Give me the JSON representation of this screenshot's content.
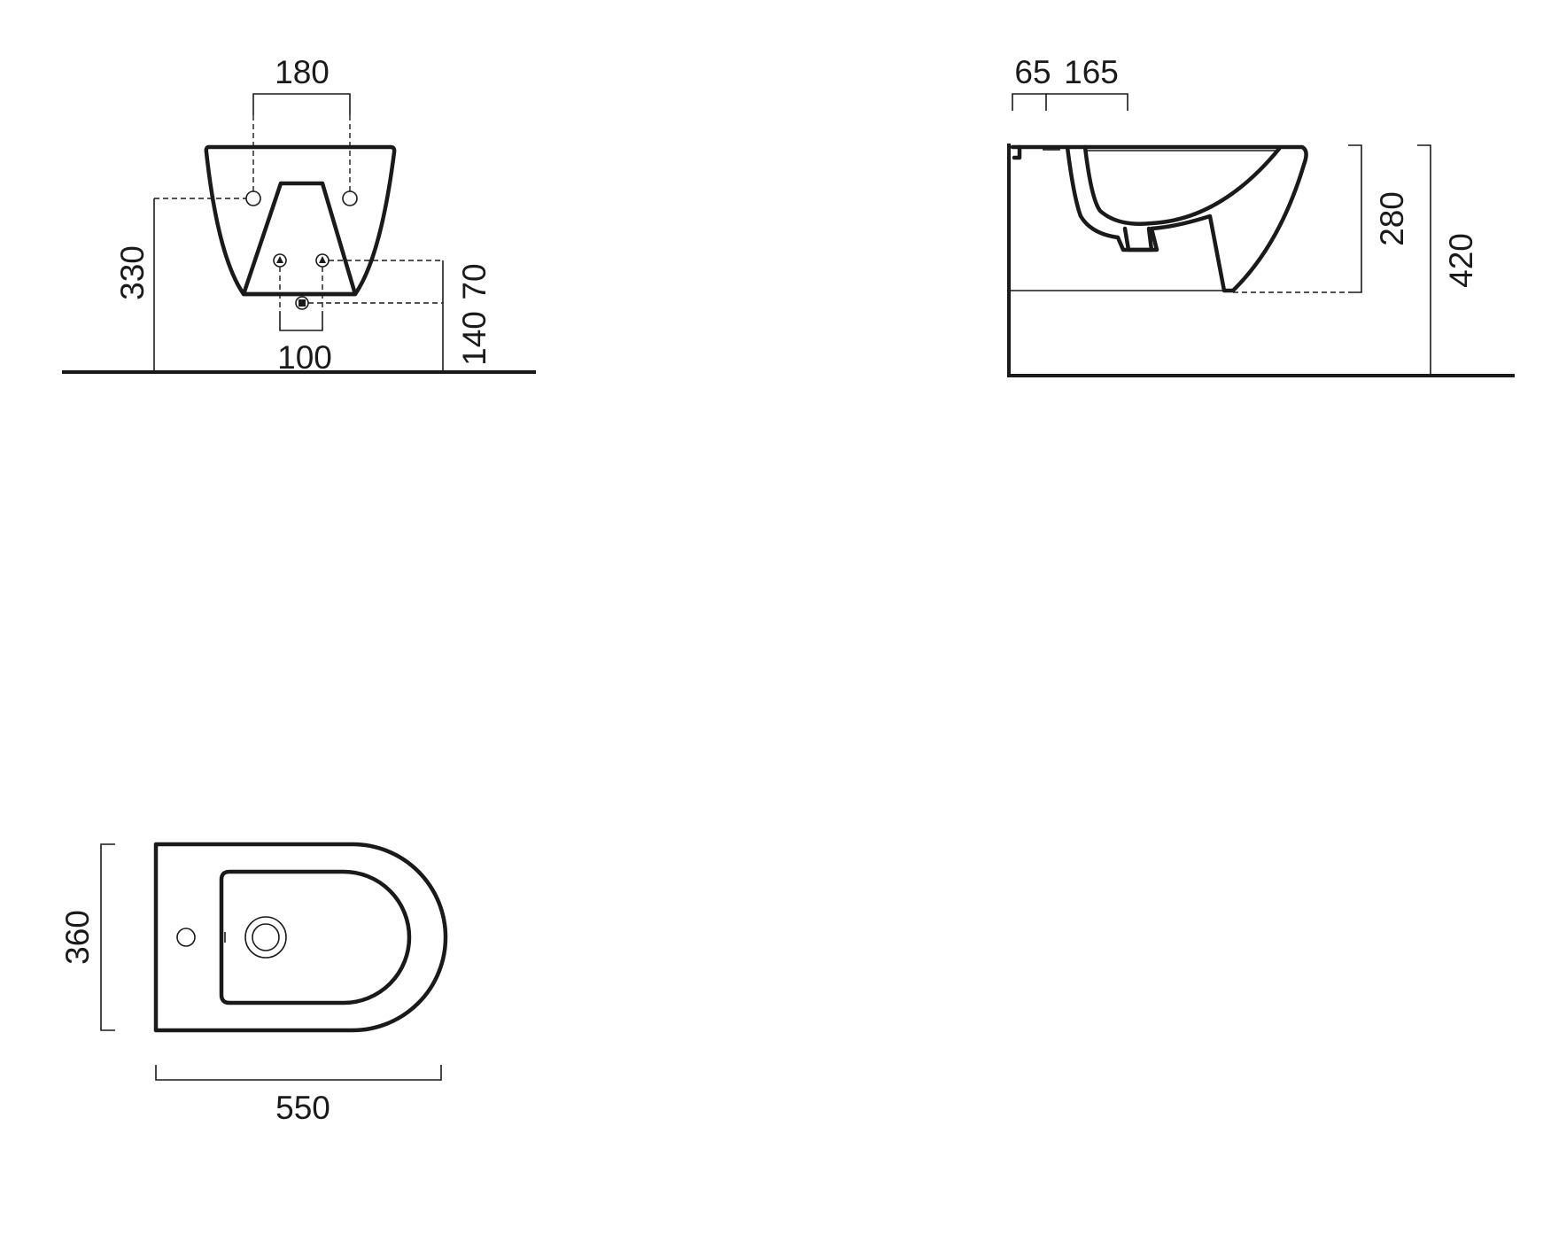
{
  "front_view": {
    "dim_hole_spacing": "180",
    "dim_height_left": "330",
    "dim_inlet_spacing": "100",
    "dim_height_140": "140",
    "dim_height_70": "70"
  },
  "side_view": {
    "dim_wall_65": "65",
    "dim_165": "165",
    "dim_280": "280",
    "dim_420": "420"
  },
  "top_view": {
    "dim_width": "360",
    "dim_length": "550"
  },
  "colors": {
    "line": "#1a1a1a",
    "background": "#ffffff"
  }
}
